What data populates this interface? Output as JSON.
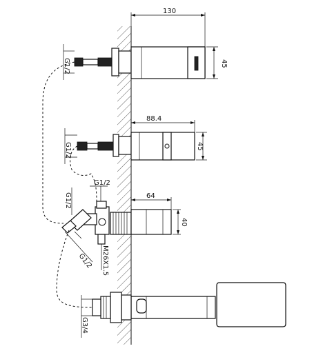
{
  "dimensions": {
    "top_length": "130",
    "top_height": "45",
    "top_inlet": "G1/2",
    "middle_length": "88.4",
    "middle_height": "45",
    "middle_inlet": "G1/2",
    "valve_length": "64",
    "valve_height": "40",
    "valve_inlet_top": "G1/2",
    "valve_inlet_left": "G1/2",
    "valve_thread": "M26X1.5",
    "valve_outlet": "G1/2",
    "spout_inlet": "G3/4"
  }
}
